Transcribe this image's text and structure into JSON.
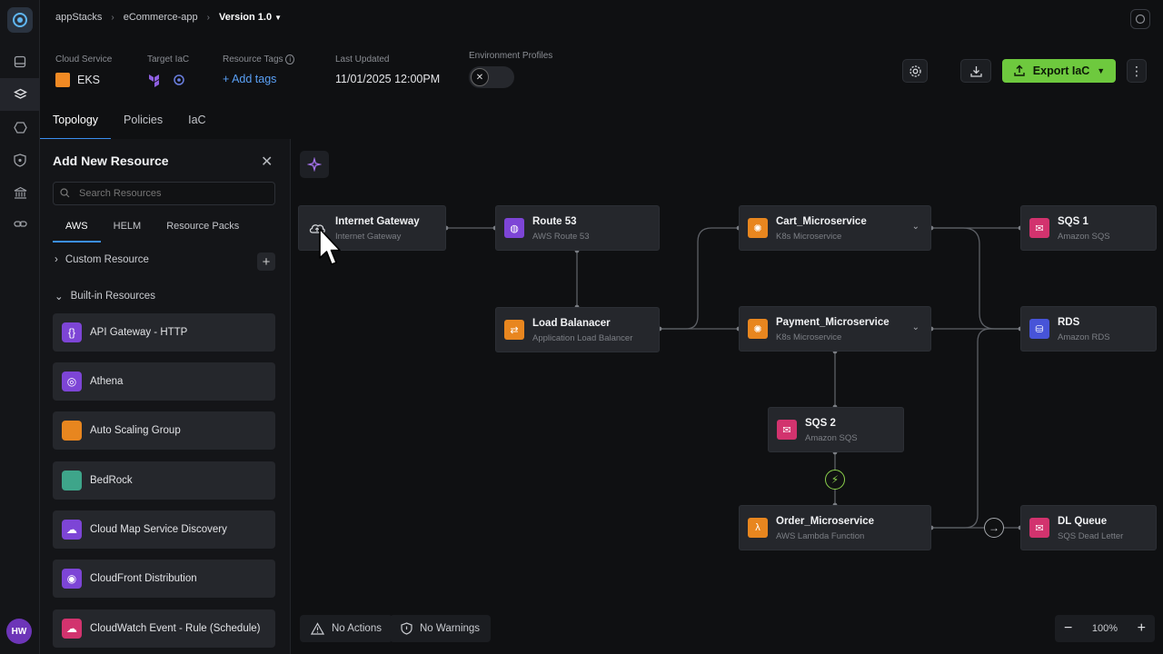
{
  "user": {
    "initials": "HW"
  },
  "breadcrumb": {
    "app": "appStacks",
    "project": "eCommerce-app",
    "version": "Version 1.0"
  },
  "info": {
    "cloud_service_label": "Cloud Service",
    "cloud_service_value": "EKS",
    "target_iac_label": "Target IaC",
    "resource_tags_label": "Resource Tags",
    "add_tags": "+ Add tags",
    "last_updated_label": "Last Updated",
    "last_updated_value": "11/01/2025 12:00PM",
    "env_profiles_label": "Environment Profiles"
  },
  "toolbar": {
    "export_label": "Export IaC"
  },
  "tabs": [
    "Topology",
    "Policies",
    "IaC"
  ],
  "panel": {
    "title": "Add New Resource",
    "search_placeholder": "Search Resources",
    "tabs": [
      "AWS",
      "HELM",
      "Resource Packs"
    ],
    "custom_section": "Custom Resource",
    "builtin_section": "Built-in Resources",
    "resources": [
      "API Gateway - HTTP",
      "Athena",
      "Auto Scaling Group",
      "BedRock",
      "Cloud Map Service Discovery",
      "CloudFront Distribution",
      "CloudWatch Event - Rule (Schedule)"
    ]
  },
  "nodes": {
    "igw": {
      "title": "Internet Gateway",
      "sub": "Internet Gateway"
    },
    "r53": {
      "title": "Route 53",
      "sub": "AWS Route 53"
    },
    "alb": {
      "title": "Load Balanacer",
      "sub": "Application Load Balancer"
    },
    "cart": {
      "title": "Cart_Microservice",
      "sub": "K8s Microservice"
    },
    "pay": {
      "title": "Payment_Microservice",
      "sub": "K8s Microservice"
    },
    "sqs2": {
      "title": "SQS 2",
      "sub": "Amazon SQS"
    },
    "order": {
      "title": "Order_Microservice",
      "sub": "AWS Lambda Function"
    },
    "sqs1": {
      "title": "SQS 1",
      "sub": "Amazon SQS"
    },
    "rds": {
      "title": "RDS",
      "sub": "Amazon RDS"
    },
    "dlq": {
      "title": "DL Queue",
      "sub": "SQS Dead Letter"
    }
  },
  "footer": {
    "actions": "No Actions",
    "warnings": "No Warnings",
    "zoom": "100%"
  },
  "colors": {
    "accent": "#3b8ff0",
    "export": "#6ec93e",
    "add_tags": "#5aa0f5"
  }
}
